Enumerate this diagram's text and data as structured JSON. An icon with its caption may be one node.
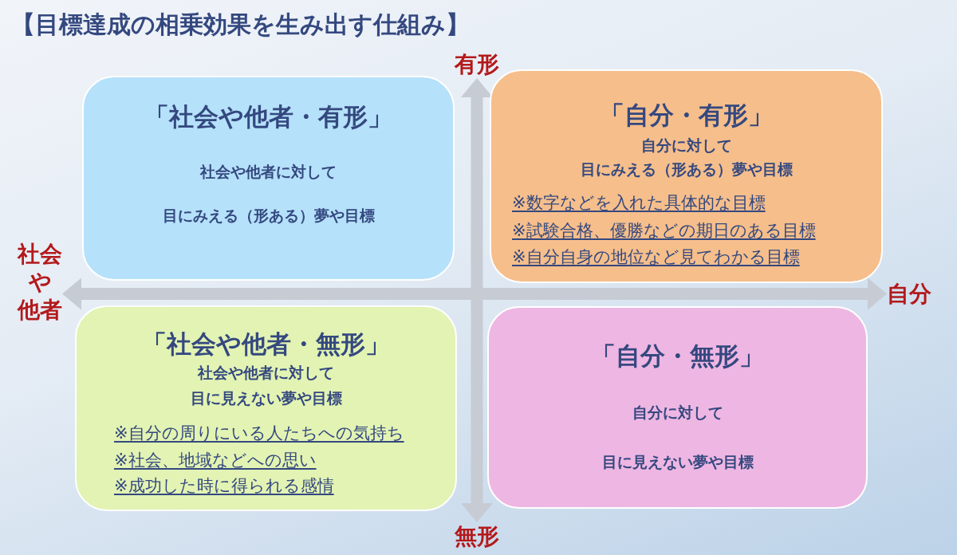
{
  "diagram": {
    "title": "【目標達成の相乗効果を生み出す仕組み】",
    "nodes": [
      {
        "text": [
          "有形"
        ]
      },
      {
        "text": [
          "「社会や他者・有形」",
          "社会や他者に対して",
          "目にみえる（形ある）夢や目標"
        ]
      },
      {
        "text": [
          "「自分・有形」",
          "自分に対して",
          "目にみえる（形ある）夢や目標",
          "※数字などを入れた具体的な目標",
          "※試験合格、優勝などの期日のある目標",
          "※自分自身の地位など見てわかる目標"
        ]
      },
      {
        "text": [
          "社会や他者"
        ]
      },
      {
        "text": [
          "自分"
        ]
      },
      {
        "text": [
          "「社会や他者・無形」",
          "社会や他者に対して",
          "目に見えない夢や目標",
          "※自分の周りにいる人たちへの気持ち",
          "※社会、地域などへの思い",
          "※成功した時に得られる感情"
        ]
      },
      {
        "text": [
          "「自分・無形」",
          "自分に対して",
          "目に見えない夢や目標"
        ]
      },
      {
        "text": [
          "無形"
        ]
      }
    ],
    "edges": [
      {
        "from": 0,
        "to": 7,
        "arrow": "both"
      },
      {
        "from": 3,
        "to": 4,
        "arrow": "both"
      }
    ]
  }
}
